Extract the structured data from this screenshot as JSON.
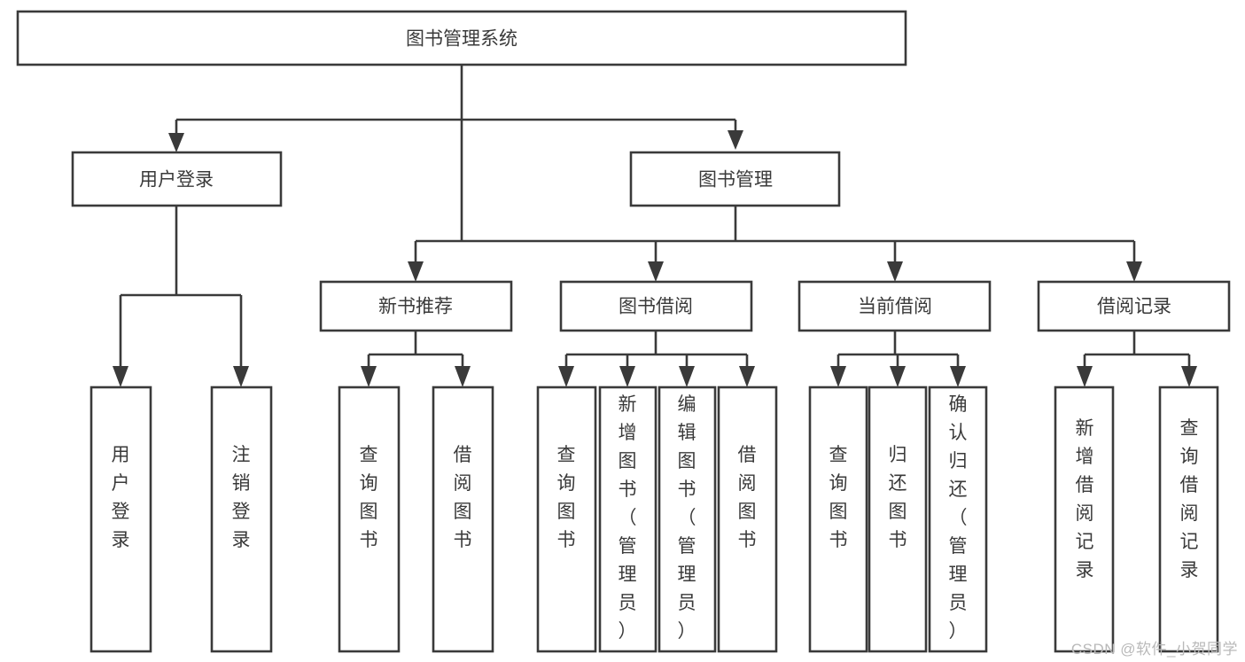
{
  "diagram": {
    "title": "图书管理系统",
    "type": "tree-hierarchy",
    "watermark": "CSDN @软件_小贺同学",
    "colors": {
      "stroke": "#3a3a3a",
      "fill": "#ffffff",
      "text": "#3a3a3a",
      "watermark": "#b9b9b9"
    },
    "levels": {
      "root": {
        "label": "图书管理系统"
      },
      "level2": [
        {
          "id": "user-login",
          "label": "用户登录"
        },
        {
          "id": "book-manage",
          "label": "图书管理"
        }
      ],
      "level3": [
        {
          "id": "new-book-recommend",
          "label": "新书推荐"
        },
        {
          "id": "book-borrow",
          "label": "图书借阅"
        },
        {
          "id": "current-borrow",
          "label": "当前借阅"
        },
        {
          "id": "borrow-record",
          "label": "借阅记录"
        }
      ],
      "leaves": {
        "user-login": [
          {
            "id": "leaf-user-login",
            "label": "用户登录"
          },
          {
            "id": "leaf-logout-login",
            "label": "注销登录"
          }
        ],
        "new-book-recommend": [
          {
            "id": "leaf-query-book-1",
            "label": "查询图书"
          },
          {
            "id": "leaf-borrow-book-1",
            "label": "借阅图书"
          }
        ],
        "book-borrow": [
          {
            "id": "leaf-query-book-2",
            "label": "查询图书"
          },
          {
            "id": "leaf-add-book-admin",
            "label": "新增图书（管理员）"
          },
          {
            "id": "leaf-edit-book-admin",
            "label": "编辑图书（管理员）"
          },
          {
            "id": "leaf-borrow-book-2",
            "label": "借阅图书"
          }
        ],
        "current-borrow": [
          {
            "id": "leaf-query-book-3",
            "label": "查询图书"
          },
          {
            "id": "leaf-return-book",
            "label": "归还图书"
          },
          {
            "id": "leaf-confirm-return-admin",
            "label": "确认归还（管理员）"
          }
        ],
        "borrow-record": [
          {
            "id": "leaf-add-borrow-record",
            "label": "新增借阅记录"
          },
          {
            "id": "leaf-query-borrow-record",
            "label": "查询借阅记录"
          }
        ]
      }
    }
  }
}
